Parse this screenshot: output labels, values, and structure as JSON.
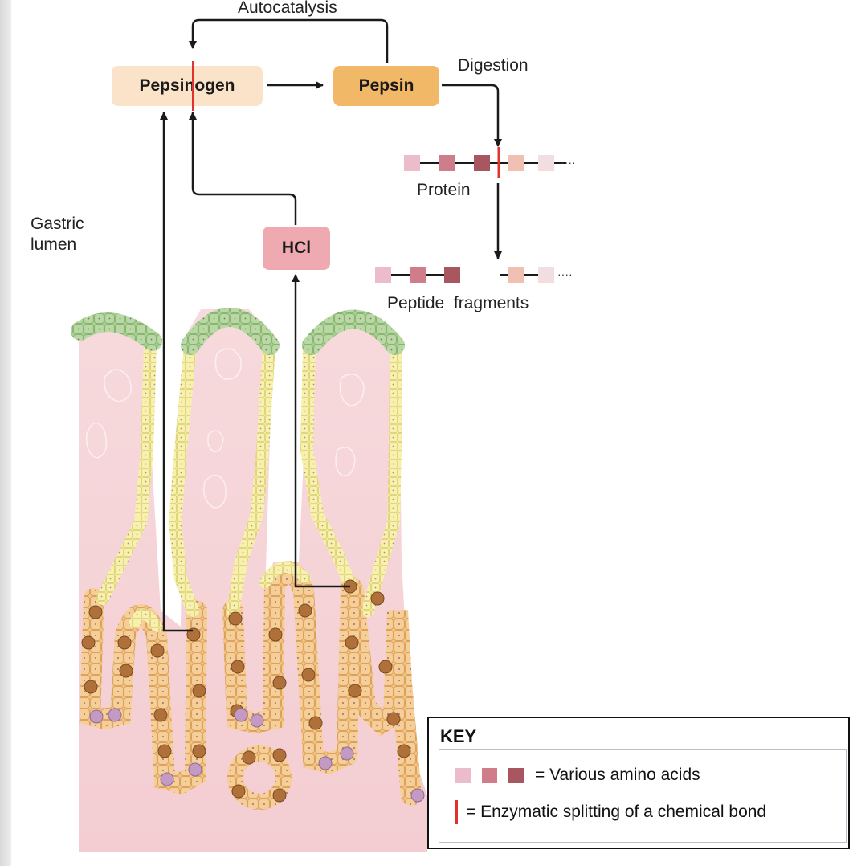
{
  "labels": {
    "autocatalysis": "Autocatalysis",
    "digestion": "Digestion",
    "protein": "Protein",
    "peptide_fragments": "Peptide  fragments",
    "gastric_lumen_line1": "Gastric",
    "gastric_lumen_line2": "lumen"
  },
  "boxes": {
    "pepsinogen": "Pepsinogen",
    "pepsin": "Pepsin",
    "hcl": "HCl"
  },
  "key": {
    "title": "KEY",
    "amino_acids": "= Various amino acids",
    "enzymatic_split": "= Enzymatic splitting of a chemical bond"
  },
  "colors": {
    "amino_light": "#ecbccb",
    "amino_mid": "#cf7c8b",
    "amino_dark": "#a8565f",
    "amino_peach": "#f2c0b2",
    "amino_pale": "#f2dde1",
    "bond_split": "#e0332e",
    "pepsinogen_box": "#fbe3c9",
    "pepsin_box": "#f1b868",
    "hcl_box": "#eeaab0"
  }
}
